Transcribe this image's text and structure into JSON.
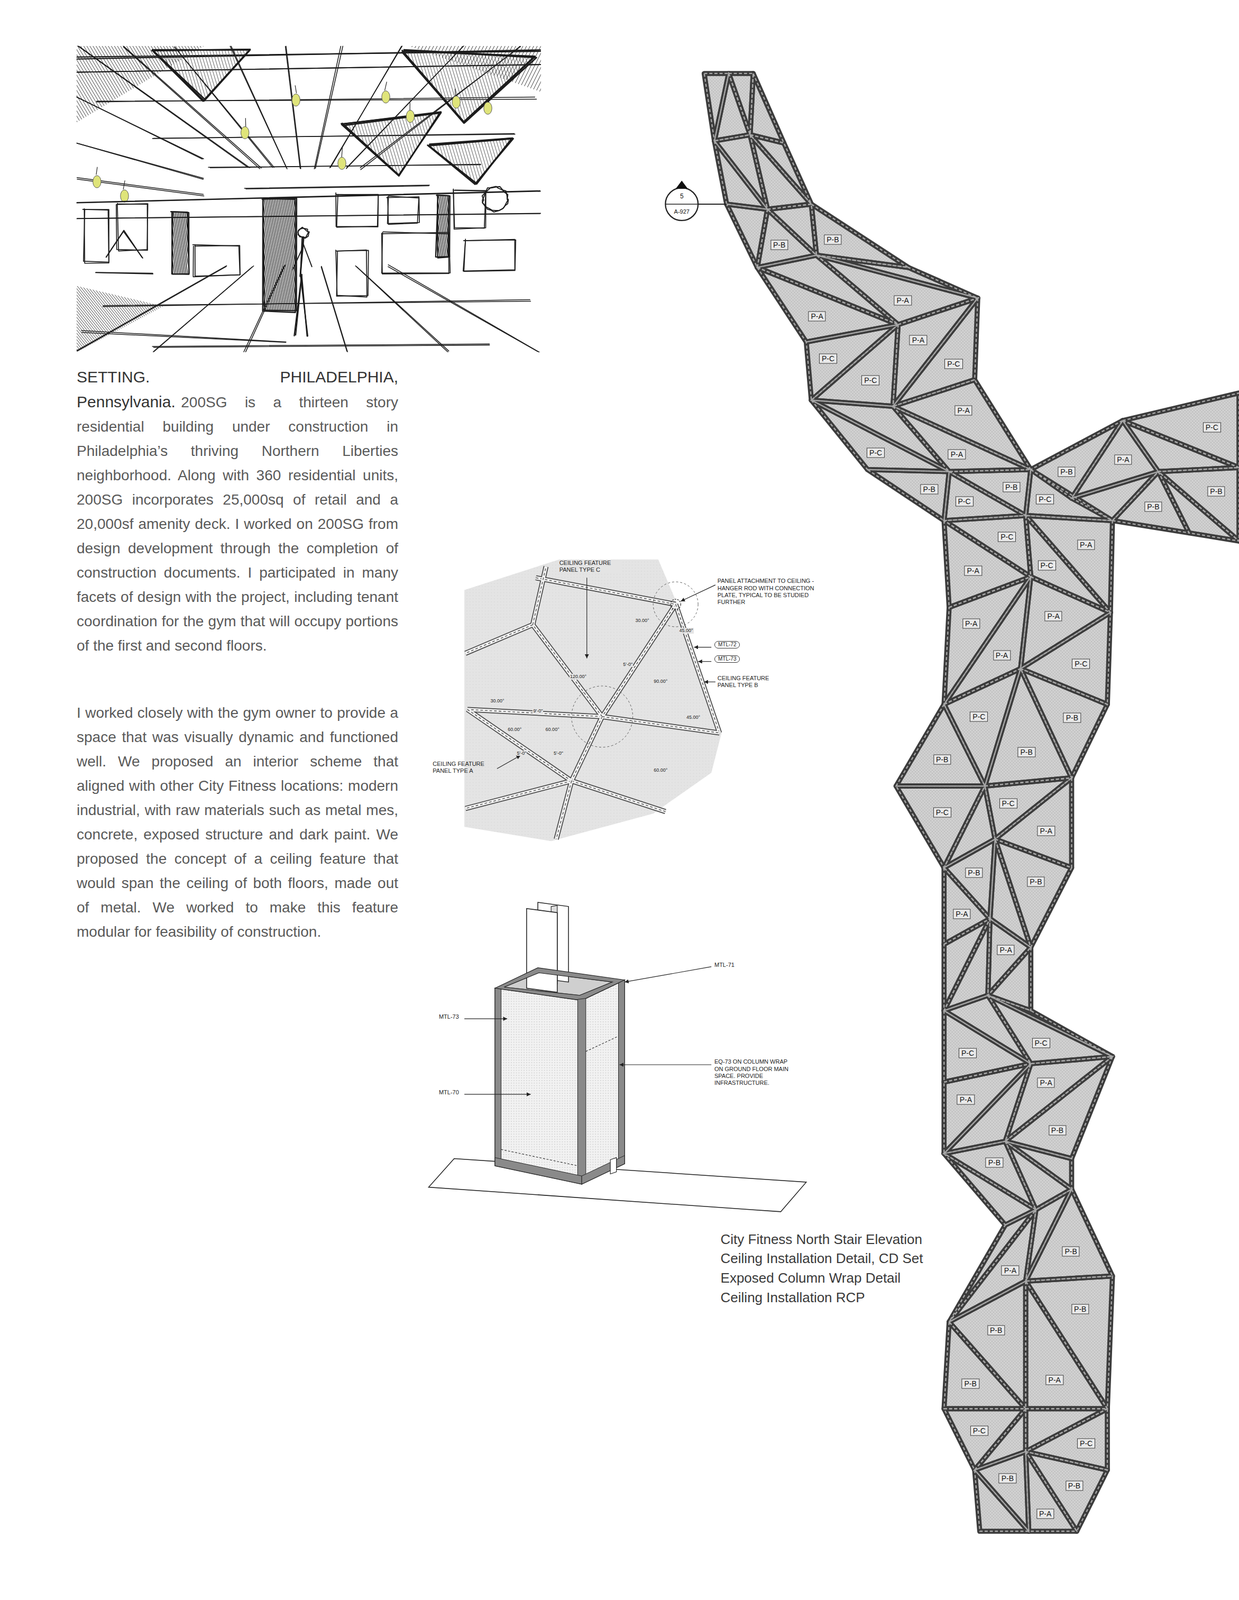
{
  "diagram": {
    "labels": [
      "SETTING. PHILADELPHIA, Pennsylvania.",
      "200SG is a thirteen story residential building under construction in Philadelphia’s thriving Northern Liberties neighborhood. Along with 360 residential units, 200SG incorporates 25,000sq of retail and a 20,000sf amenity deck. I worked on 200SG from design development through the completion of construction documents. I participated in many facets of design with the project, including tenant coordination for the gym that will occupy portions of the first and second floors.",
      "I worked closely with the gym owner to provide a space that was visually dynamic and functioned well. We proposed an interior scheme that aligned with other City Fitness locations: modern industrial, with raw materials such as metal mes, concrete, exposed structure and dark paint. We proposed the concept of a ceiling feature that would span the ceiling of both floors, made out of metal. We worked to make this feature modular for feasibility of construction.",
      "CEILING FEATURE PANEL TYPE C",
      "PANEL ATTACHMENT TO CEILING - HANGER ROD WITH CONNECTION PLATE, TYPICAL TO BE STUDIED FURTHER",
      "MTL-72",
      "MTL-73",
      "CEILING FEATURE PANEL TYPE B",
      "CEILING FEATURE PANEL TYPE A",
      "120.00°",
      "30.00°",
      "45.00°",
      "90.00°",
      "30.00°",
      "60.00°",
      "60.00°",
      "9'-0\"",
      "5'-0\"",
      "5'-0\"",
      "60.00°",
      "45.00°",
      "5'-0\"",
      "MTL-71",
      "MTL-73",
      "MTL-70",
      "EQ-73 ON COLUMN WRAP ON GROUND FLOOR MAIN SPACE. PROVIDE INFRASTRUCTURE.",
      "City Fitness North Stair Elevation",
      "Ceiling Installation Detail, CD Set",
      "Exposed Column Wrap Detail",
      "Ceiling Installation RCP",
      "5",
      "A-927",
      "P-B",
      "P-B",
      "P-A",
      "P-A",
      "P-A",
      "P-C",
      "P-C",
      "P-C",
      "P-A",
      "P-C",
      "P-C",
      "P-A",
      "P-A",
      "P-B",
      "P-B",
      "P-B",
      "P-B",
      "P-C",
      "P-C",
      "P-B",
      "P-C",
      "P-A",
      "P-C",
      "P-A",
      "P-A",
      "P-A",
      "P-A",
      "P-C",
      "P-C",
      "P-B",
      "P-B",
      "P-B",
      "P-C",
      "P-C",
      "P-A",
      "P-B",
      "P-B",
      "P-A",
      "P-A",
      "P-C",
      "P-C",
      "P-A",
      "P-A",
      "P-B",
      "P-B",
      "P-B",
      "P-A",
      "P-B",
      "P-B",
      "P-A",
      "P-B",
      "P-C",
      "P-C",
      "P-B",
      "P-B",
      "P-A"
    ]
  }
}
